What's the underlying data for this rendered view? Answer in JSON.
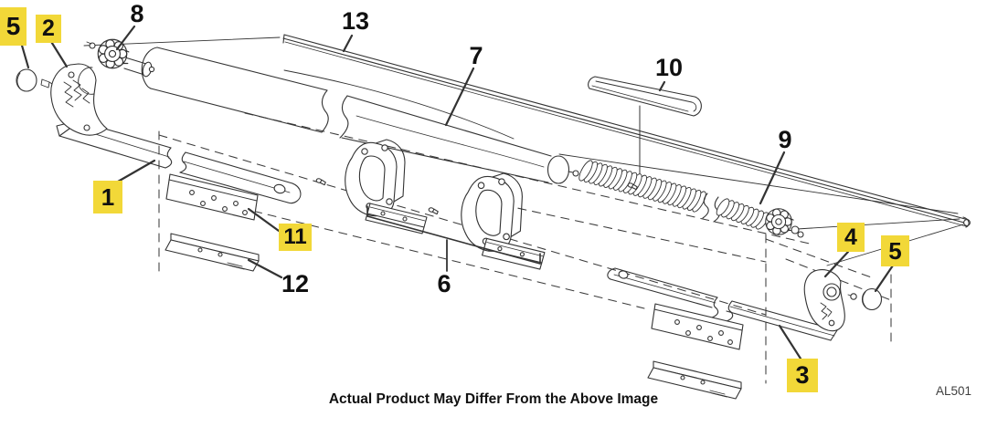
{
  "diagram": {
    "caption": "Actual Product May Differ From the Above Image",
    "figure_code": "AL501",
    "highlight_color": "#F2D838",
    "line_color": "#333333",
    "background_color": "#FFFFFF",
    "callouts": [
      {
        "num": "5",
        "variant": "left",
        "highlighted": true
      },
      {
        "num": "2",
        "highlighted": true
      },
      {
        "num": "8",
        "highlighted": false
      },
      {
        "num": "13",
        "highlighted": false
      },
      {
        "num": "7",
        "highlighted": false
      },
      {
        "num": "10",
        "highlighted": false
      },
      {
        "num": "9",
        "highlighted": false
      },
      {
        "num": "1",
        "highlighted": true
      },
      {
        "num": "11",
        "highlighted": true
      },
      {
        "num": "12",
        "highlighted": false
      },
      {
        "num": "6",
        "highlighted": false
      },
      {
        "num": "4",
        "highlighted": true
      },
      {
        "num": "5",
        "variant": "right",
        "highlighted": true
      },
      {
        "num": "3",
        "highlighted": true
      }
    ]
  }
}
